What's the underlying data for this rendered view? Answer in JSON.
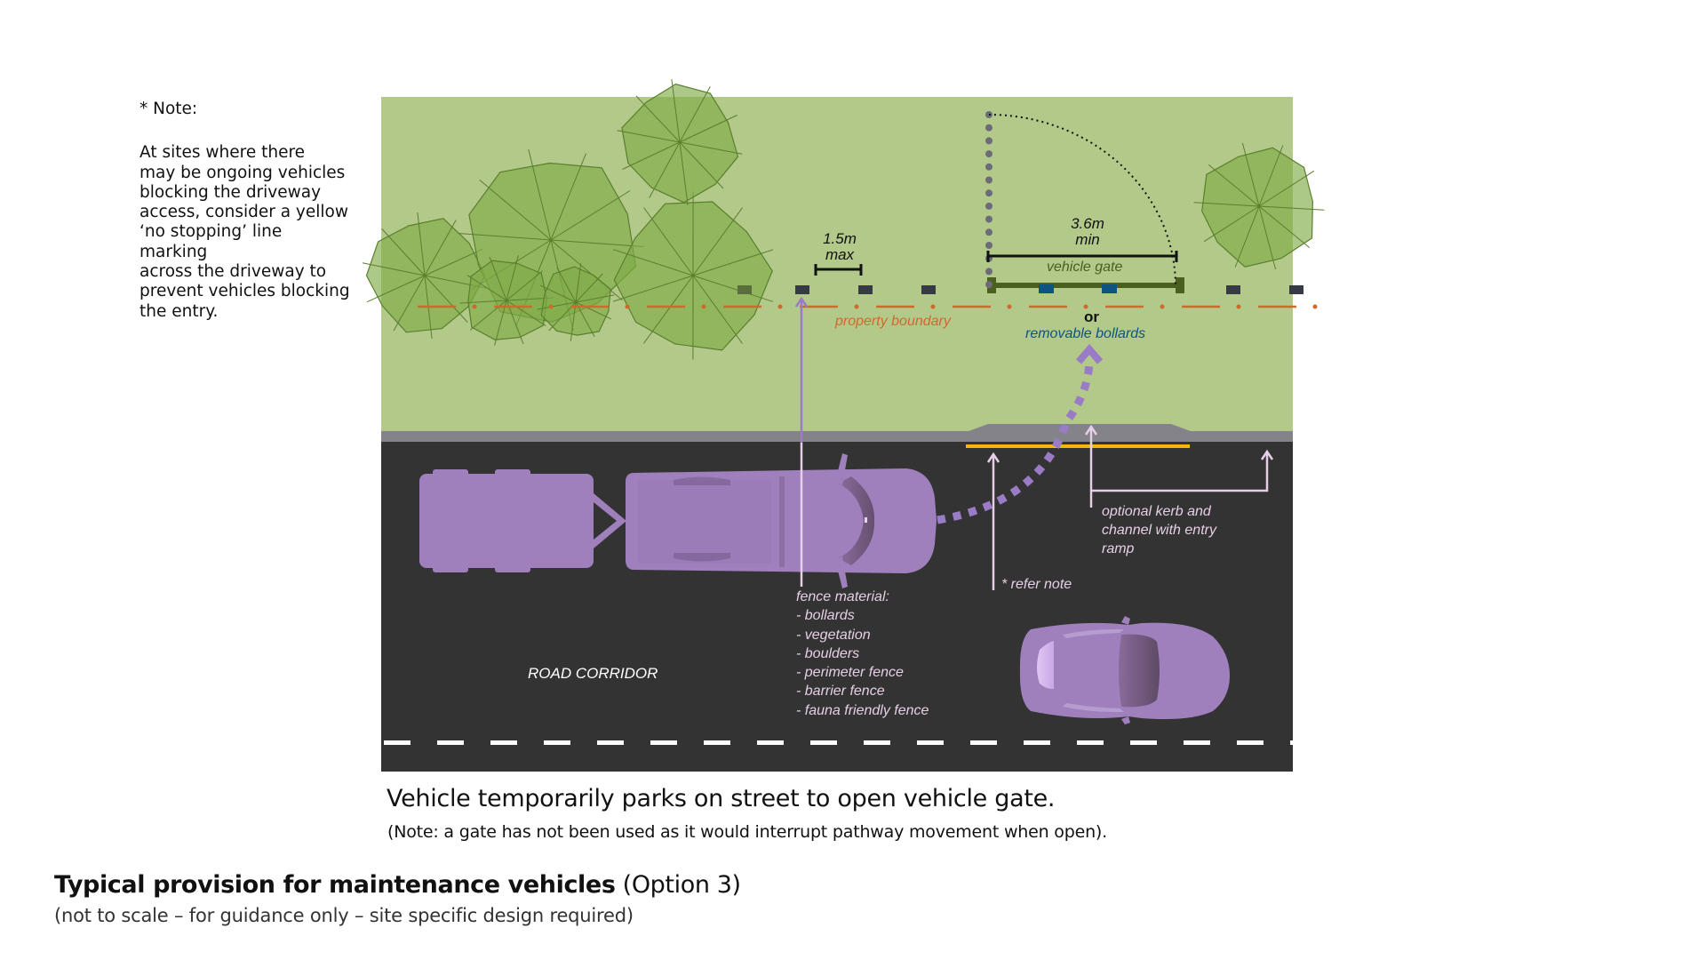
{
  "note": {
    "heading": "* Note:",
    "lines": [
      "At sites where there",
      "may be ongoing vehicles",
      "blocking the driveway",
      "access, consider a yellow",
      "‘no stopping’ line marking",
      "across the driveway to",
      "prevent vehicles blocking",
      "the entry."
    ]
  },
  "diagram": {
    "dim_fence_gap": {
      "value": "1.5m",
      "qualifier": "max"
    },
    "dim_gate_width": {
      "value": "3.6m",
      "qualifier": "min"
    },
    "gate_label": "vehicle gate",
    "or_label": "or",
    "bollards_label": "removable bollards",
    "boundary_label": "property boundary",
    "kerb_label": [
      "optional kerb and",
      "channel with entry",
      "ramp"
    ],
    "refer_note_label": "* refer note",
    "fence_material": {
      "heading": "fence material:",
      "items": [
        "- bollards",
        "- vegetation",
        "- boulders",
        "- perimeter fence",
        "- barrier fence",
        "- fauna friendly fence"
      ]
    },
    "road_label": "ROAD CORRIDOR",
    "colors": {
      "grass": "#b2c98a",
      "tree": "#7fac46",
      "tree_stroke": "#5a7f2e",
      "kerb": "#85838a",
      "road": "#333333",
      "vehicle": "#9f80bd",
      "boundary": "#d0692c",
      "gate": "#4b5f1e",
      "bollard": "#0f5480",
      "fence_post": "#353a45",
      "yellow_line": "#f5b80a",
      "annotation": "#e6cfe6",
      "path_arrow": "#9a7bc6"
    }
  },
  "caption": {
    "main": "Vehicle temporarily parks on street to open vehicle gate.",
    "sub": "(Note: a gate has not been used as it would interrupt pathway movement when open)."
  },
  "title": {
    "bold": "Typical provision for maintenance vehicles",
    "regular": " (Option 3)",
    "subtitle": "(not to scale – for guidance only – site specific design required)"
  }
}
